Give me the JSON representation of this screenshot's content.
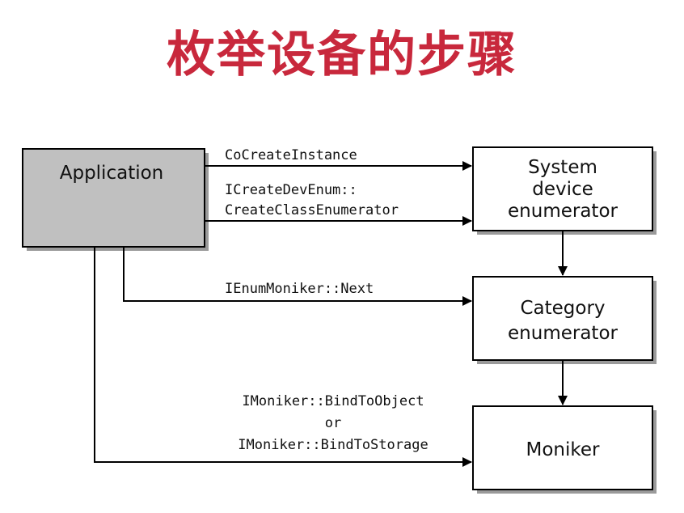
{
  "title": "枚举设备的步骤",
  "nodes": {
    "application": "Application",
    "system_enum": [
      "System",
      "device",
      "enumerator"
    ],
    "category_enum": [
      "Category",
      "enumerator"
    ],
    "moniker": "Moniker"
  },
  "edges": {
    "cocreate": "CoCreateInstance",
    "create_class_enum": [
      "ICreateDevEnum::",
      "CreateClassEnumerator"
    ],
    "enum_next": "IEnumMoniker::Next",
    "bind": [
      "IMoniker::BindToObject",
      "or",
      "IMoniker::BindToStorage"
    ]
  },
  "colors": {
    "title": "#c8283c",
    "application_fill": "#c0c0c0",
    "box_fill": "#ffffff",
    "stroke": "#000000"
  }
}
